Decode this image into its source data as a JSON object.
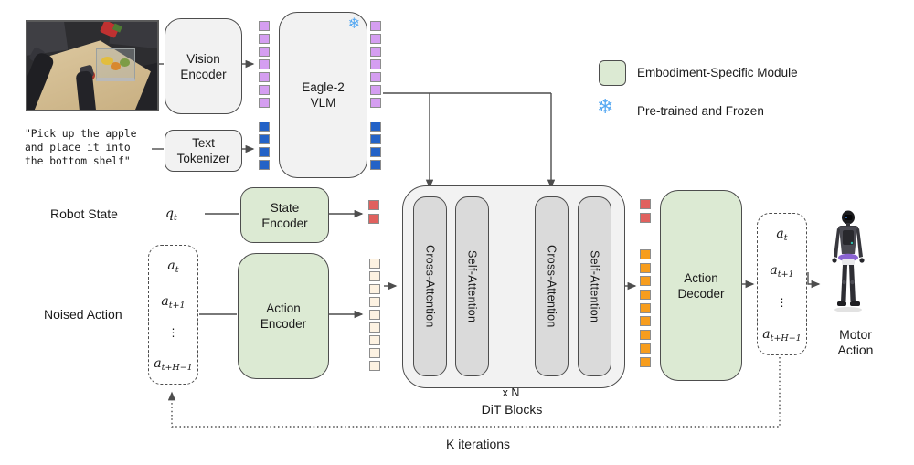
{
  "blocks": {
    "vision_encoder": "Vision\nEncoder",
    "text_tokenizer": "Text\nTokenizer",
    "vlm": "Eagle-2\nVLM",
    "state_encoder": "State\nEncoder",
    "action_encoder": "Action\nEncoder",
    "action_decoder": "Action\nDecoder",
    "cross_attention": "Cross-Attention",
    "self_attention": "Self-Attention"
  },
  "labels": {
    "robot_state": "Robot State",
    "noised_action": "Noised Action",
    "motor_action": "Motor\nAction",
    "x_n": "x N",
    "dit_blocks": "DiT Blocks",
    "k_iterations": "K iterations"
  },
  "instruction": "\"Pick up the apple\nand place it into\nthe bottom shelf\"",
  "math": {
    "state": {
      "base": "q",
      "sub": "t"
    },
    "action_rows": {
      "r0": {
        "base": "a",
        "sub": "t"
      },
      "r1": {
        "base": "a",
        "sub": "t+1"
      },
      "dots": "⋮",
      "r3": {
        "base": "a",
        "sub": "t+H−1"
      }
    }
  },
  "legend": {
    "embodiment": "Embodiment-Specific Module",
    "frozen": "Pre-trained and Frozen"
  },
  "icons": {
    "snowflake": "❄"
  },
  "colors": {
    "module_gray": "#f2f2f2",
    "attention_gray": "#dadada",
    "embodiment_green": "#dcead3",
    "snowflake_blue": "#57a9f2",
    "wire_gray": "#4d4d4d"
  },
  "tokens": {
    "vision": {
      "count": 7,
      "color": "#d59ef1"
    },
    "text": {
      "count": 4,
      "color": "#2362c7"
    },
    "state": {
      "count": 2,
      "color": "#e0615e"
    },
    "action_in": {
      "count": 9,
      "color": "#fdf2e2"
    },
    "action_out": {
      "count": 9,
      "color": "#f79d1d"
    }
  }
}
